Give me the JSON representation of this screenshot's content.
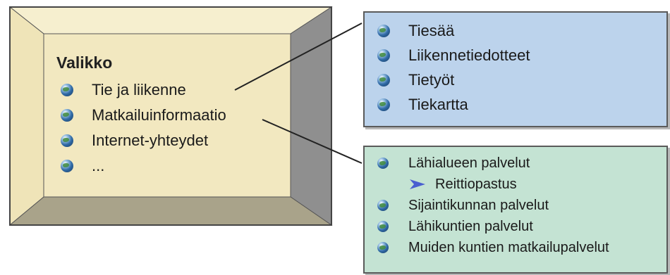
{
  "menu": {
    "title": "Valikko",
    "items": [
      {
        "label": "Tie ja liikenne",
        "icon": "globe-icon"
      },
      {
        "label": "Matkailuinformaatio",
        "icon": "globe-icon"
      },
      {
        "label": "Internet-yhteydet",
        "icon": "globe-icon"
      },
      {
        "label": "...",
        "icon": "globe-icon"
      }
    ]
  },
  "traffic_box": {
    "items": [
      {
        "label": "Tiesää",
        "icon": "globe-icon"
      },
      {
        "label": "Liikennetiedotteet",
        "icon": "globe-icon"
      },
      {
        "label": "Tietyöt",
        "icon": "globe-icon"
      },
      {
        "label": "Tiekartta",
        "icon": "globe-icon"
      }
    ]
  },
  "tourism_box": {
    "items": [
      {
        "label": "Lähialueen palvelut",
        "icon": "globe-icon"
      },
      {
        "label": "Reittiopastus",
        "icon": "arrow-icon"
      },
      {
        "label": "Sijaintikunnan palvelut",
        "icon": "globe-icon"
      },
      {
        "label": "Lähikuntien palvelut",
        "icon": "globe-icon"
      },
      {
        "label": "Muiden kuntien matkailupalvelut",
        "icon": "globe-icon"
      }
    ]
  },
  "colors": {
    "menu_face": "#f2e8c0",
    "traffic_box": "#bcd3ec",
    "tourism_box": "#c4e3d3"
  }
}
